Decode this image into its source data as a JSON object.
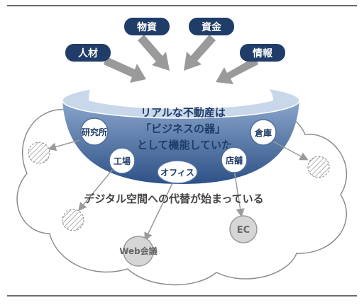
{
  "inputs": [
    {
      "label": "人材"
    },
    {
      "label": "物資"
    },
    {
      "label": "資金"
    },
    {
      "label": "情報"
    }
  ],
  "bowl": {
    "lines": [
      "リアルな不動産は",
      "「ビジネスの器」",
      "として機能していた"
    ]
  },
  "facilities": [
    {
      "label": "研究所"
    },
    {
      "label": "工場"
    },
    {
      "label": "オフィス"
    },
    {
      "label": "店舗"
    },
    {
      "label": "倉庫"
    }
  ],
  "digital_caption": "デジタル空間への代替が始まっている",
  "digital_nodes": [
    {
      "label": "Web会議"
    },
    {
      "label": "EC"
    }
  ],
  "colors": {
    "navy": "#1f3d68",
    "bowl_blue": "#6a8ab8",
    "grey": "#9a9a9a",
    "rule": "#6b6b6b"
  }
}
